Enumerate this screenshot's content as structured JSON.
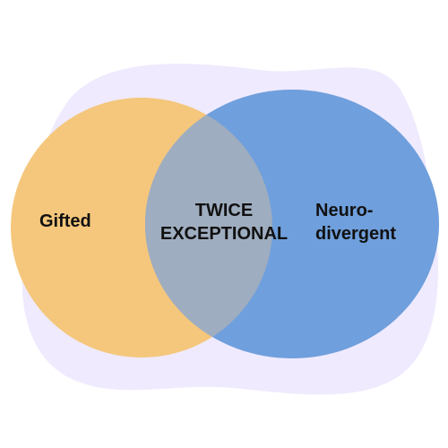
{
  "colors": {
    "backdrop": "#efeafe",
    "left_circle": "#f5c77c",
    "right_circle": "#6f9fdc",
    "overlap": "#9fadc0",
    "text": "#111111"
  },
  "diagram": {
    "type": "venn",
    "left": {
      "label": "Gifted"
    },
    "right": {
      "label_line1": "Neuro-",
      "label_line2": "divergent"
    },
    "overlap": {
      "label_line1": "TWICE",
      "label_line2": "EXCEPTIONAL"
    }
  }
}
